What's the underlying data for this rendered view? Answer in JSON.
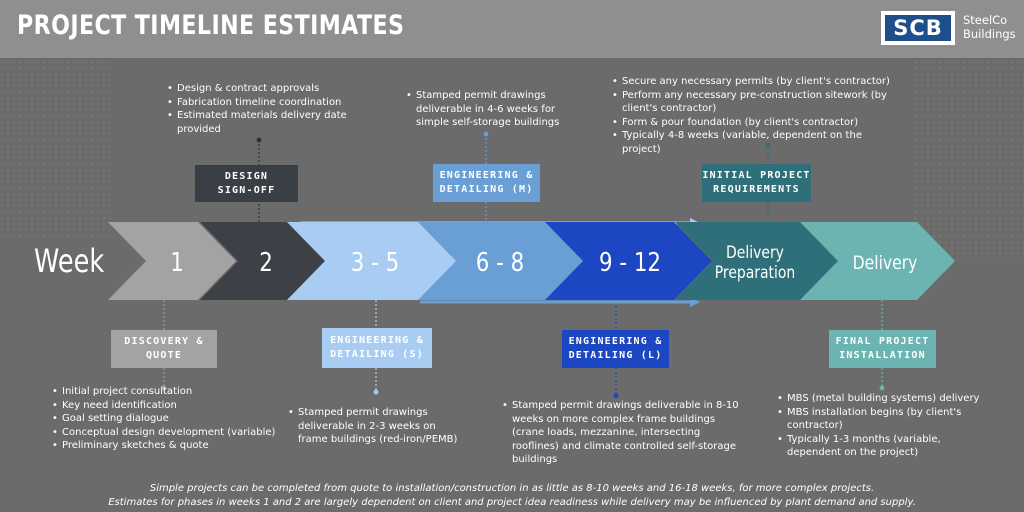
{
  "header": {
    "title": "PROJECT TIMELINE ESTIMATES",
    "logo_mark": "SCB",
    "logo_line1": "SteelCo",
    "logo_line2": "Buildings"
  },
  "timeline": {
    "row_label": "Week",
    "steps": [
      {
        "label": "1",
        "color": "#a3a3a3"
      },
      {
        "label": "2",
        "color": "#3d4147"
      },
      {
        "label": "3 - 5",
        "color": "#a9cdf2"
      },
      {
        "label": "6 - 8",
        "color": "#6a9fd6"
      },
      {
        "label": "9 - 12",
        "color": "#1c46c2"
      },
      {
        "label_line1": "Delivery",
        "label_line2": "Preparation",
        "color": "#2f6f7a"
      },
      {
        "label": "Delivery",
        "color": "#6bb4b1"
      }
    ]
  },
  "phases_top": [
    {
      "line1": "DESIGN",
      "line2": "SIGN-OFF",
      "color": "#3a3e45",
      "bullets": [
        "Design & contract approvals",
        "Fabrication timeline coordination",
        "Estimated materials delivery date provided"
      ]
    },
    {
      "line1": "ENGINEERING &",
      "line2": "DETAILING (M)",
      "color": "#6a9fd6",
      "bullets": [
        "Stamped permit drawings deliverable in 4-6 weeks for simple self-storage buildings"
      ]
    },
    {
      "line1": "INITIAL PROJECT",
      "line2": "REQUIREMENTS",
      "color": "#2f6f7a",
      "bullets": [
        "Secure any necessary permits (by client's contractor)",
        "Perform any necessary pre-construction sitework (by client's contractor)",
        "Form & pour foundation (by client's contractor)",
        "Typically 4-8 weeks (variable, dependent on the project)"
      ]
    }
  ],
  "phases_bottom": [
    {
      "line1": "DISCOVERY &",
      "line2": "QUOTE",
      "color": "#a3a3a3",
      "bullets": [
        "Initial project consultation",
        "Key need identification",
        "Goal setting dialogue",
        "Conceptual design development (variable)",
        "Preliminary sketches & quote"
      ]
    },
    {
      "line1": "ENGINEERING &",
      "line2": "DETAILING (S)",
      "color": "#a9cdf2",
      "bullets": [
        "Stamped permit drawings deliverable in 2-3 weeks on frame buildings (red-iron/PEMB)"
      ]
    },
    {
      "line1": "ENGINEERING &",
      "line2": "DETAILING (L)",
      "color": "#1c46c2",
      "bullets": [
        "Stamped permit drawings deliverable in 8-10 weeks on more complex frame buildings (crane loads, mezzanine, intersecting rooflines) and climate controlled self-storage buildings"
      ]
    },
    {
      "line1": "FINAL PROJECT",
      "line2": "INSTALLATION",
      "color": "#6bb4b1",
      "bullets": [
        "MBS (metal building systems) delivery",
        "MBS installation begins (by client's contractor)",
        "Typically 1-3 months (variable, dependent on the project)"
      ]
    }
  ],
  "footer": {
    "line1": "Simple projects can be completed from quote to installation/construction in as little as 8-10 weeks and 16-18 weeks, for more complex projects.",
    "line2": "Estimates for phases in weeks 1 and 2 are largely dependent on client and project idea readiness while delivery may be influenced by plant demand and supply."
  }
}
